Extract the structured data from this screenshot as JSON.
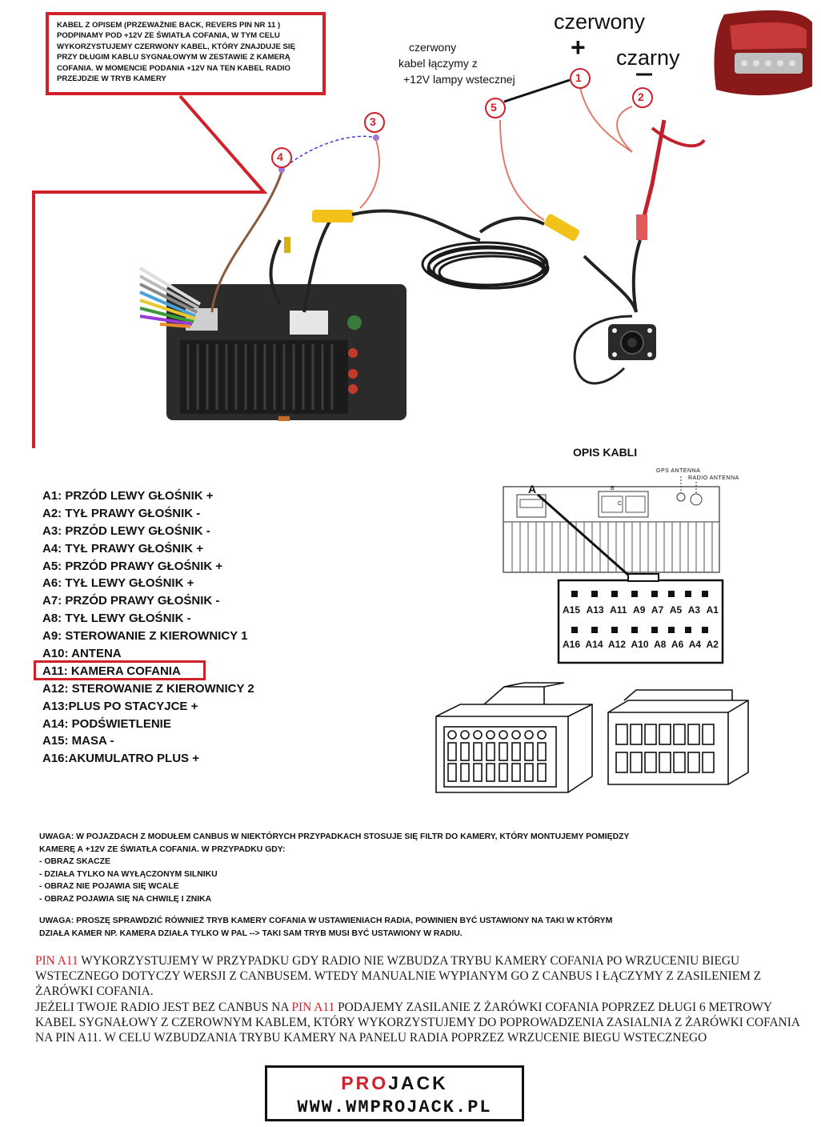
{
  "note_box": {
    "text": "KABEL Z OPISEM (PRZEWAŻNIE BACK, REVERS PIN NR 11 ) PODPINAMY POD +12V ZE ŚWIATŁA COFANIA, W TYM CELU WYKORZYSTUJEMY CZERWONY KABEL, KTÓRY ZNAJDUJE SIĘ PRZY DŁUGIM KABLU SYGNAŁOWYM W ZESTAWIE Z KAMERĄ COFANIA. W MOMENCIE PODANIA +12V NA TEN KABEL RADIO PRZEJDZIE W TRYB KAMERY"
  },
  "wire_labels": {
    "red_word": "czerwony",
    "black_word": "czarny",
    "plus_sign": "+",
    "minus_sign": "-",
    "red_cable_note": [
      "czerwony",
      "kabel łączymy z",
      "+12V lampy wstecznej"
    ]
  },
  "callouts": [
    "1",
    "2",
    "3",
    "4",
    "5"
  ],
  "pins_title": "OPIS KABLI",
  "pin_descriptions": [
    "A1: PRZÓD LEWY GŁOŚNIK +",
    "A2: TYŁ PRAWY GŁOŚNIK -",
    "A3: PRZÓD LEWY GŁOŚNIK -",
    "A4: TYŁ PRAWY GŁOŚNIK  +",
    "A5: PRZÓD PRAWY GŁOŚNIK +",
    "A6: TYŁ LEWY GŁOŚNIK +",
    "A7: PRZÓD PRAWY GŁOŚNIK -",
    "A8: TYŁ LEWY GŁOŚNIK -",
    "A9: STEROWANIE Z KIEROWNICY 1",
    "A10: ANTENA",
    "A11: KAMERA COFANIA",
    "A12: STEROWANIE Z KIEROWNICY 2",
    "A13:PLUS PO STACYJCE +",
    "A14: PODŚWIETLENIE",
    "A15: MASA -",
    "A16:AKUMULATRO PLUS +"
  ],
  "connector": {
    "top_row": [
      "A15",
      "A13",
      "A11",
      "A9",
      "A7",
      "A5",
      "A3",
      "A1"
    ],
    "bottom_row": [
      "A16",
      "A14",
      "A12",
      "A10",
      "A8",
      "A6",
      "A4",
      "A2"
    ],
    "block_label": "A",
    "b_label": "B",
    "c_label": "C",
    "gps_label": "GPS ANTENNA",
    "radio_label": "RADIO ANTENNA"
  },
  "warnings": {
    "canbus": [
      "UWAGA: W POJAZDACH Z MODUŁEM CANBUS W NIEKTÓRYCH PRZYPADKACH STOSUJE SIĘ FILTR DO KAMERY, KTÓRY MONTUJEMY POMIĘDZY",
      "KAMERĘ A +12V ZE ŚWIATŁA COFANIA. W PRZYPADKU GDY:",
      "- OBRAZ SKACZE",
      "- DZIAŁA TYLKO NA WYŁĄCZONYM SILNIKU",
      "- OBRAZ NIE POJAWIA SIĘ WCALE",
      "- OBRAZ POJAWIA SIĘ NA CHWILĘ I ZNIKA"
    ],
    "mode": [
      "UWAGA: PROSZĘ SPRAWDZIĆ RÓWNIEŻ TRYB KAMERY COFANIA W USTAWIENIACH RADIA, POWINIEN BYĆ USTAWIONY NA TAKI W KTÓRYM",
      "DZIAŁA KAMER NP. KAMERA DZIAŁA TYLKO W PAL --> TAKI SAM TRYB MUSI BYĆ USTAWIONY W RADIU."
    ]
  },
  "info": {
    "pin_ref": "PIN A11",
    "p1_rest": " WYKORZYSTUJEMY W PRZYPADKU GDY RADIO NIE WZBUDZA TRYBU KAMERY COFANIA PO WRZUCENIU BIEGU WSTECZNEGO DOTYCZY WERSJI Z CANBUSEM. WTEDY MANUALNIE WYPIANYM GO Z CANBUS  I ŁĄCZYMY Z ZASILENIEM Z ŻARÓWKI COFANIA.",
    "p2_start": "JEŻELI TWOJE RADIO JEST BEZ CANBUS NA ",
    "p2_rest": " PODAJEMY ZASILANIE Z ŻARÓWKI COFANIA POPRZEZ DŁUGI 6 METROWY KABEL SYGNAŁOWY Z CZEROWNYM KABLEM, KTÓRY WYKORZYSTUJEMY DO POPROWADZENIA ZASIALNIA Z ŻARÓWKI COFANIA NA PIN A11. W CELU WZBUDZANIA TRYBU KAMERY NA PANELU RADIA POPRZEZ WRZUCENIE BIEGU WSTECZNEGO"
  },
  "logo": {
    "brand": "PROJACK",
    "url": "WWW.WMPROJACK.PL"
  },
  "colors": {
    "accent_red": "#d0202a",
    "wire_red": "#cc2a2a",
    "wire_brown": "#8a5a3c",
    "rca_yellow": "#f2c21a"
  }
}
